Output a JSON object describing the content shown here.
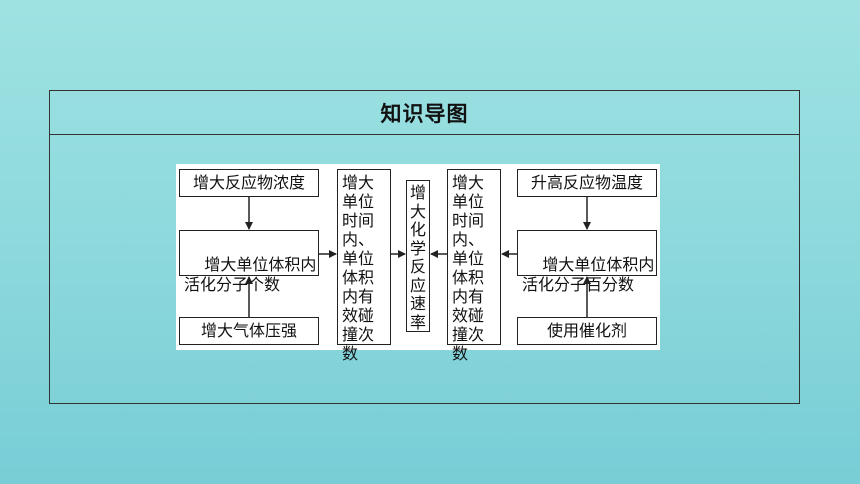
{
  "title": "知识导图",
  "left": {
    "top": "增大反应物浓度",
    "middle": "增大单位体积内\n活化分子个数",
    "bottom": "增大气体压强"
  },
  "center_left": "增大\n单位\n时间\n内、\n单位\n体积\n内有\n效碰\n撞次\n数",
  "center": "增大化学反应速率",
  "center_right": "增大\n单位\n时间\n内、\n单位\n体积\n内有\n效碰\n撞次\n数",
  "right": {
    "top": "升高反应物温度",
    "middle": "增大单位体积内\n活化分子百分数",
    "bottom": "使用催化剂"
  },
  "colors": {
    "background": "#8bd8dc",
    "border": "#333333",
    "panel": "#ffffff"
  }
}
